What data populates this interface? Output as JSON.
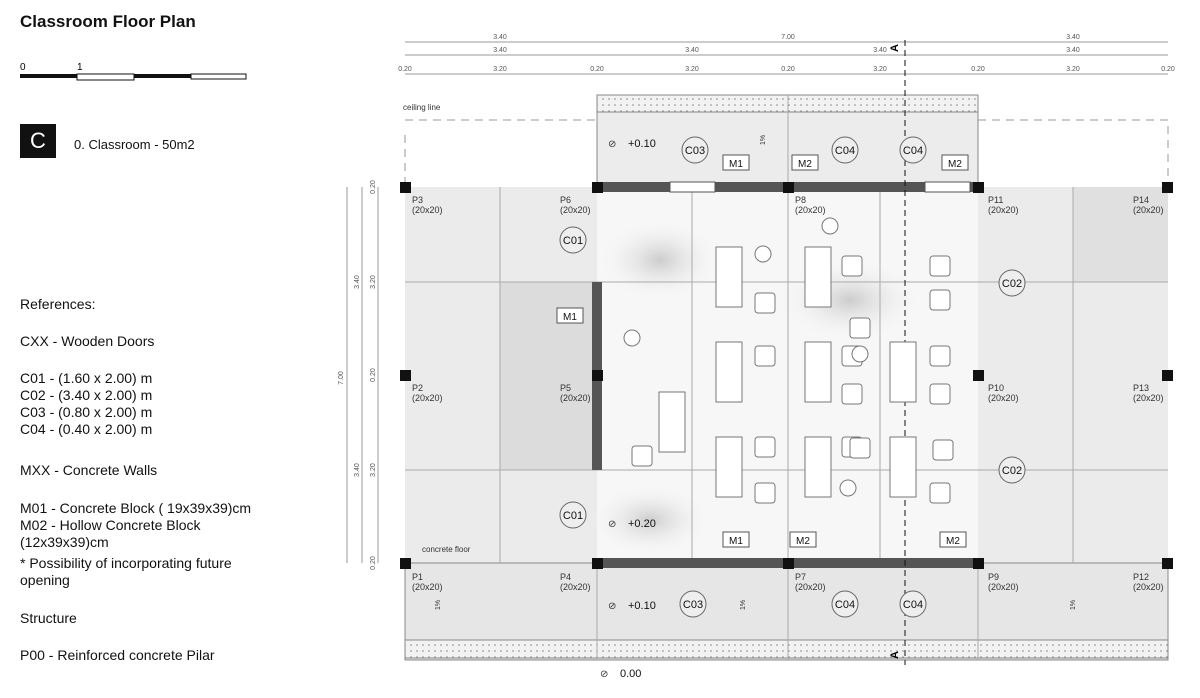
{
  "title": "Classroom Floor Plan",
  "scale": {
    "zero": "0",
    "one": "1"
  },
  "room": {
    "badge": "C",
    "label": "0. Classroom - 50m2"
  },
  "legend": [
    "References:",
    "CXX - Wooden Doors",
    "C01 - (1.60 x 2.00) m",
    "C02 - (3.40 x 2.00) m",
    "C03 - (0.80 x 2.00) m",
    "C04 - (0.40 x 2.00) m",
    "MXX - Concrete Walls",
    "M01 - Concrete Block ( 19x39x39)cm",
    "M02 - Hollow Concrete Block (12x39x39)cm",
    "* Possibility of incorporating future opening",
    "Structure",
    "P00 - Reinforced concrete Pilar"
  ],
  "dims": {
    "top1": [
      "3.40",
      "7.00",
      "3.40"
    ],
    "top2": [
      "3.40",
      "3.40",
      "3.40",
      "3.40"
    ],
    "top3": [
      "0.20",
      "3.20",
      "0.20",
      "3.20",
      "0.20",
      "3.20",
      "0.20",
      "3.20",
      "0.20"
    ],
    "left_total": "7.00",
    "left2": [
      "3.40",
      "3.40"
    ],
    "left3": [
      "0.20",
      "3.20",
      "0.20",
      "3.20",
      "0.20"
    ]
  },
  "section": "A",
  "annotations": {
    "ceiling": "ceiling line",
    "floor": "concrete floor"
  },
  "pillars": [
    {
      "n": "P3",
      "s": "(20x20)"
    },
    {
      "n": "P6",
      "s": "(20x20)"
    },
    {
      "n": "P8",
      "s": "(20x20)"
    },
    {
      "n": "P11",
      "s": "(20x20)"
    },
    {
      "n": "P14",
      "s": "(20x20)"
    },
    {
      "n": "P2",
      "s": "(20x20)"
    },
    {
      "n": "P5",
      "s": "(20x20)"
    },
    {
      "n": "P10",
      "s": "(20x20)"
    },
    {
      "n": "P13",
      "s": "(20x20)"
    },
    {
      "n": "P1",
      "s": "(20x20)"
    },
    {
      "n": "P4",
      "s": "(20x20)"
    },
    {
      "n": "P7",
      "s": "(20x20)"
    },
    {
      "n": "P9",
      "s": "(20x20)"
    },
    {
      "n": "P12",
      "s": "(20x20)"
    }
  ],
  "doors": [
    "C01",
    "C01",
    "C02",
    "C02",
    "C03",
    "C03",
    "C04",
    "C04",
    "C04",
    "C04"
  ],
  "walls": [
    "M1",
    "M1",
    "M1",
    "M2",
    "M2",
    "M2",
    "M2"
  ],
  "levels": [
    "+0.10",
    "+0.20",
    "+0.10",
    "0.00"
  ],
  "slope": "1%"
}
